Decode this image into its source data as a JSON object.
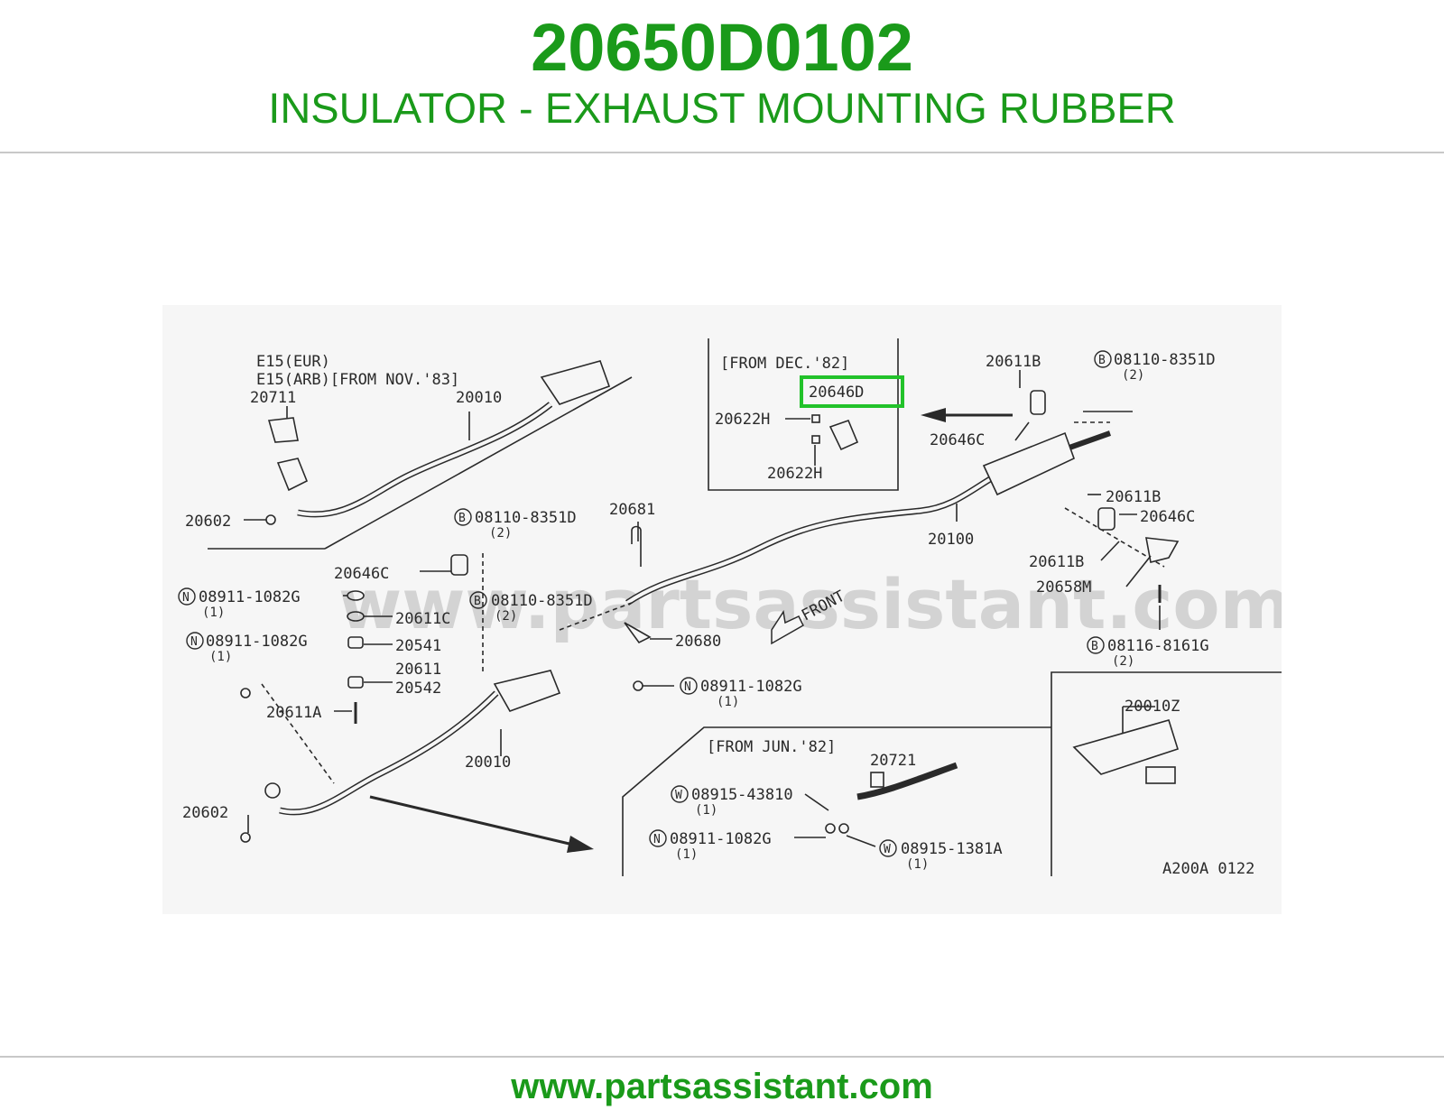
{
  "header": {
    "part_number": "20650D0102",
    "description": "INSULATOR - EXHAUST MOUNTING RUBBER"
  },
  "footer": {
    "site": "www.partsassistant.com"
  },
  "diagram": {
    "watermark": "www.partsassistant.com",
    "highlight_color": "#22c22a",
    "brand_color": "#1a9a1a",
    "variants": {
      "eur": "E15(EUR)",
      "arb": "E15(ARB)[FROM NOV.'83]"
    },
    "inset_dec82": {
      "title": "[FROM DEC.'82]",
      "highlighted_part": "20646D",
      "parts": [
        "20622H",
        "20622H"
      ]
    },
    "inset_jun82": {
      "title": "[FROM JUN.'82]",
      "p20721": "20721",
      "w1": {
        "prefix": "W",
        "number": "08915-43810",
        "qty": "(1)"
      },
      "n1": {
        "prefix": "N",
        "number": "08911-1082G",
        "qty": "(1)"
      },
      "w2": {
        "prefix": "W",
        "number": "08915-1381A",
        "qty": "(1)"
      }
    },
    "inset_assy": {
      "part": "20010Z",
      "code": "A200A 0122"
    },
    "front_label": "FRONT",
    "labels": {
      "p20711": "20711",
      "p20010_top": "20010",
      "p20602_top": "20602",
      "p20611B_top": "20611B",
      "p20646C_top": "20646C",
      "p20611B_mid": "20611B",
      "p20646C_mid": "20646C",
      "p20611B_low": "20611B",
      "p20658M": "20658M",
      "p20100": "20100",
      "p20681": "20681",
      "p20680": "20680",
      "p20646C_left": "20646C",
      "p20611C": "20611C",
      "p20541": "20541",
      "p20611": "20611",
      "p20542": "20542",
      "p20611A": "20611A",
      "p20010_bot": "20010",
      "p20602_bot": "20602"
    },
    "callouts": {
      "b_top_right": {
        "prefix": "B",
        "number": "08110-8351D",
        "qty": "(2)"
      },
      "b_left1": {
        "prefix": "B",
        "number": "08110-8351D",
        "qty": "(2)"
      },
      "b_left2": {
        "prefix": "B",
        "number": "08110-8351D",
        "qty": "(2)"
      },
      "b_right_low": {
        "prefix": "B",
        "number": "08116-8161G",
        "qty": "(2)"
      },
      "n_left1": {
        "prefix": "N",
        "number": "08911-1082G",
        "qty": "(1)"
      },
      "n_left2": {
        "prefix": "N",
        "number": "08911-1082G",
        "qty": "(1)"
      },
      "n_mid": {
        "prefix": "N",
        "number": "08911-1082G",
        "qty": "(1)"
      }
    }
  }
}
